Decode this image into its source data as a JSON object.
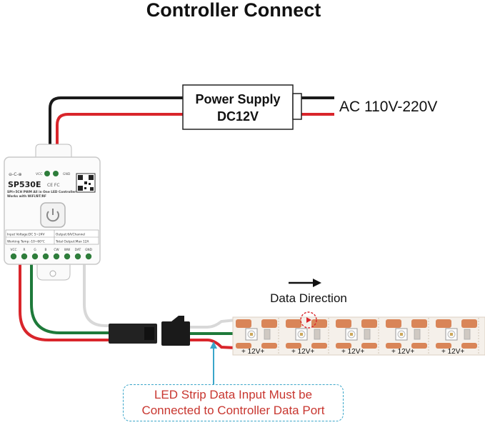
{
  "title": "Controller Connect",
  "power_supply": {
    "line1": "Power Supply",
    "line2": "DC12V"
  },
  "ac_input": "AC 110V-220V",
  "data_direction": "Data Direction",
  "controller": {
    "model": "SP530E",
    "subtitle": "SPI+5CH PWM All in One LED Controller",
    "works_with": "Works with WiFi/BT/RF",
    "ce_mark": "CE FC",
    "top_terminals": [
      "VCC",
      "GND"
    ],
    "specs": {
      "input_voltage": "Input Voltage:DC 5~24V",
      "output": "Output:6A/Channel",
      "working_temp": "Working Temp:-10~60℃",
      "total_output": "Total Output:Max 12A"
    },
    "bottom_terminals": [
      "VCC",
      "R",
      "G",
      "B",
      "CW",
      "WW",
      "DAT",
      "GND"
    ]
  },
  "strip_label": "+ 12V+",
  "note": {
    "line1": "LED Strip Data Input Must be",
    "line2": "Connected to Controller Data Port"
  },
  "colors": {
    "wire_red": "#d9252b",
    "wire_black": "#1a1a1a",
    "wire_green": "#1e7a3a",
    "wire_white": "#d8d8d8",
    "note_text": "#c8362f",
    "note_border": "#3aa6c9",
    "pad_orange": "#d98558",
    "strip_bg": "#f5f0ea"
  }
}
